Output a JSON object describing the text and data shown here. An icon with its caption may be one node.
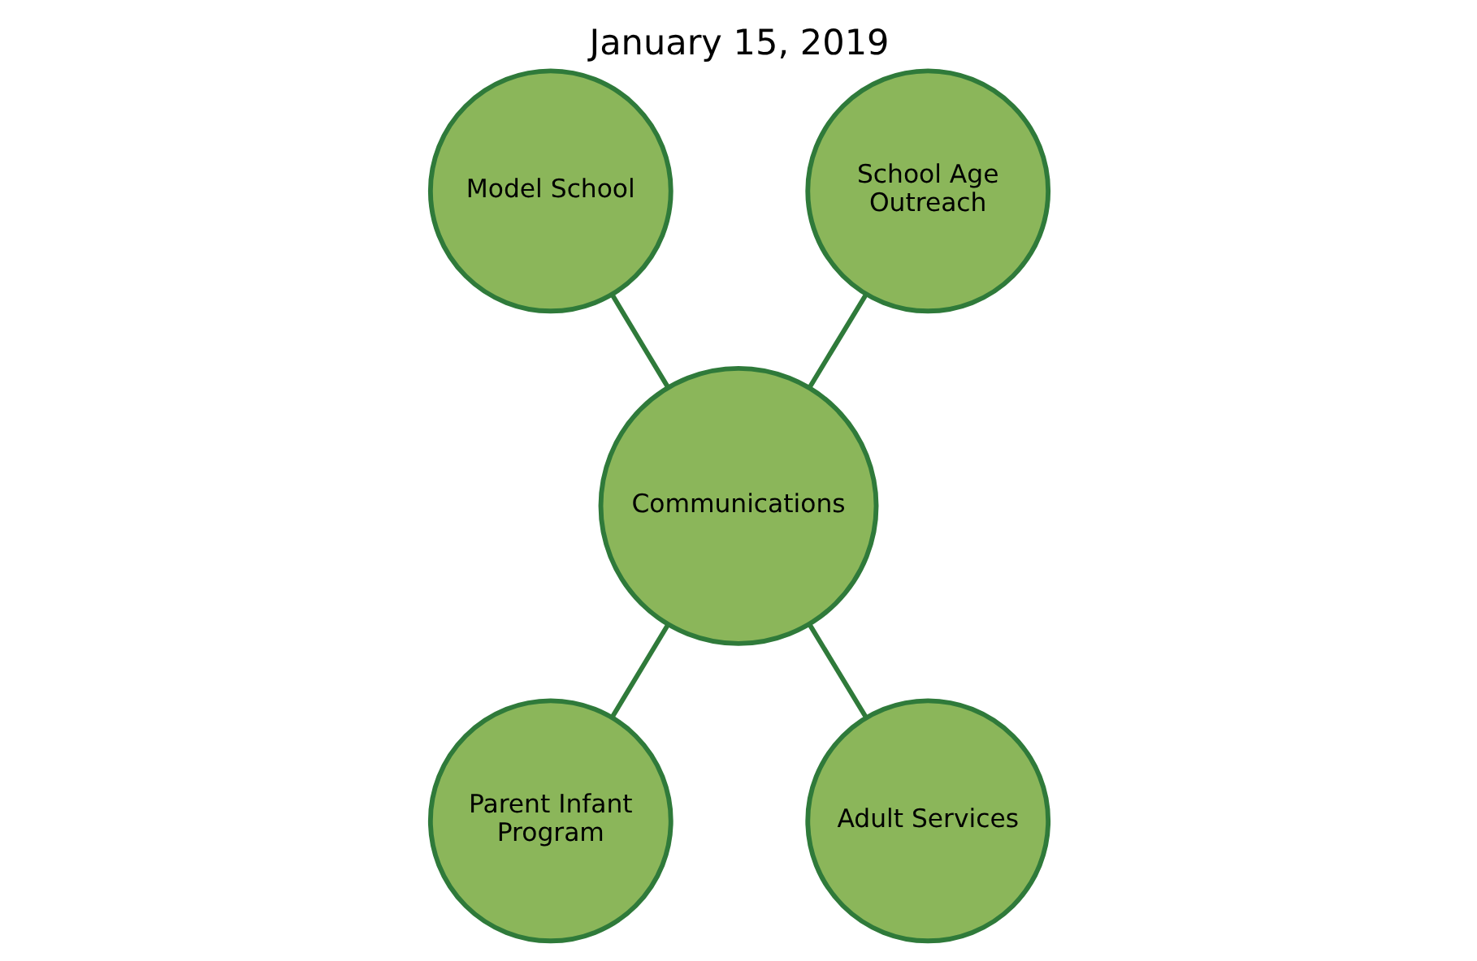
{
  "diagram": {
    "title": "January 15, 2019",
    "nodes": [
      {
        "text": [
          "Model School"
        ]
      },
      {
        "text": [
          "School Age Outreach"
        ]
      },
      {
        "text": [
          "Communications"
        ]
      },
      {
        "text": [
          "Parent Infant Program"
        ]
      },
      {
        "text": [
          "Adult Services"
        ]
      }
    ],
    "edges": [
      {
        "from": 0,
        "to": 2,
        "arrow": "none"
      },
      {
        "from": 1,
        "to": 2,
        "arrow": "none"
      },
      {
        "from": 2,
        "to": 3,
        "arrow": "none"
      },
      {
        "from": 2,
        "to": 4,
        "arrow": "none"
      }
    ]
  }
}
